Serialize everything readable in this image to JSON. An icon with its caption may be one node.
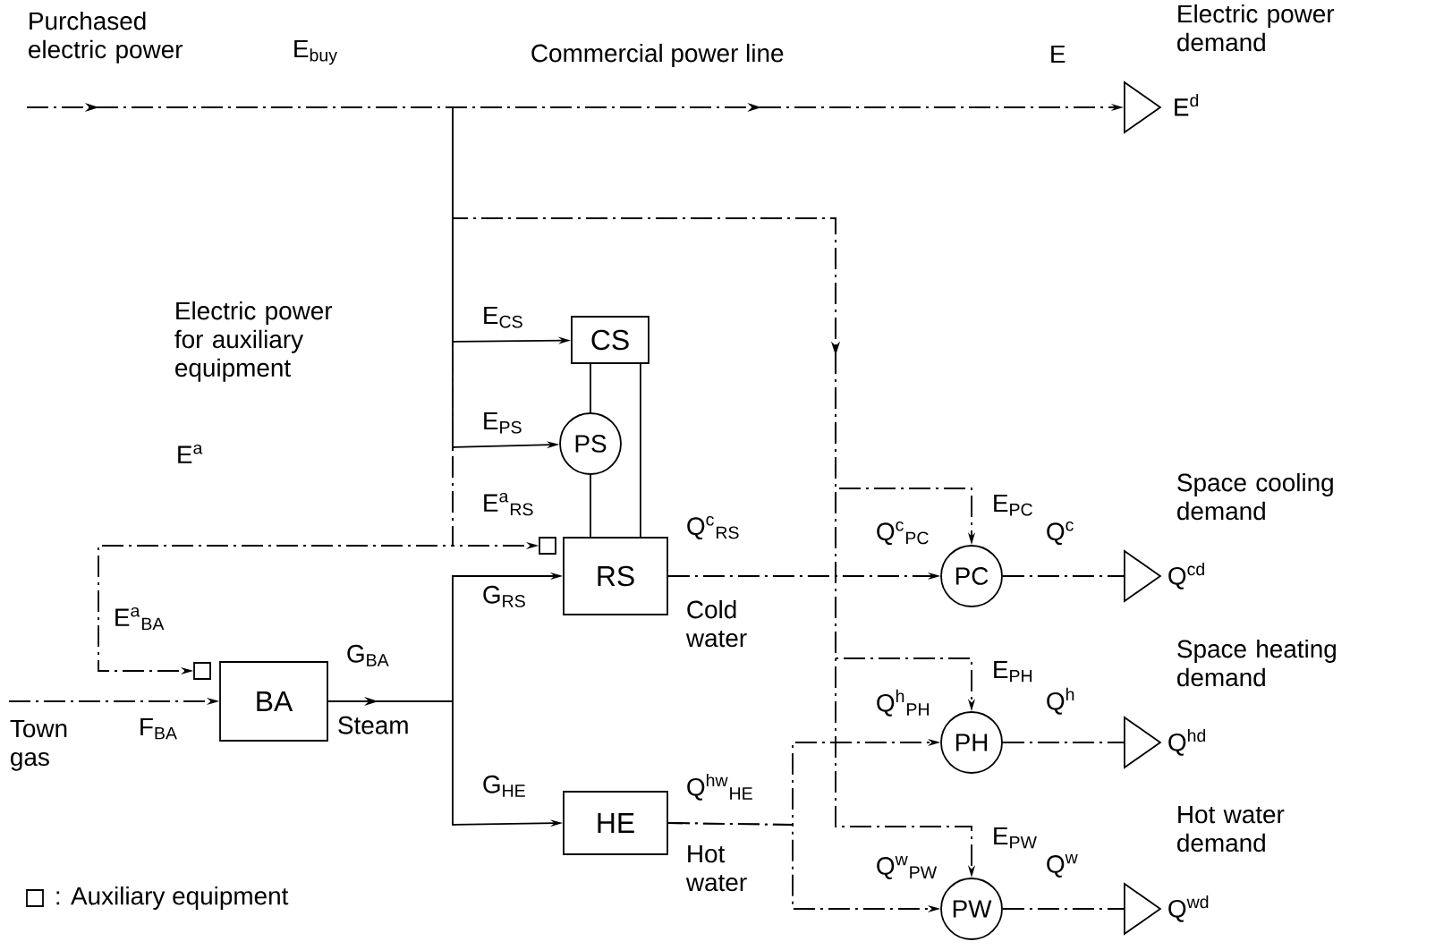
{
  "diagram": {
    "nodes": [
      {
        "text": [
          "CS"
        ]
      },
      {
        "text": [
          "PS"
        ]
      },
      {
        "text": [
          "RS"
        ]
      },
      {
        "text": [
          "BA"
        ]
      },
      {
        "text": [
          "HE"
        ]
      },
      {
        "text": [
          "PC"
        ]
      },
      {
        "text": [
          "PH"
        ]
      },
      {
        "text": [
          "PW"
        ]
      },
      {
        "text": [],
        "shape": "box"
      },
      {
        "text": [],
        "shape": "box"
      },
      {
        "text": [],
        "shape": "triangle",
        "beside": [
          "Electric power demand",
          "E$^{d}$"
        ]
      },
      {
        "text": [],
        "shape": "triangle",
        "beside": [
          "Space cooling demand",
          "Q$^{cd}$"
        ]
      },
      {
        "text": [],
        "shape": "triangle",
        "beside": [
          "Space heating demand",
          "Q$^{hd}$"
        ]
      },
      {
        "text": [],
        "shape": "triangle",
        "beside": [
          "Hot water demand",
          "Q$^{wd}$"
        ]
      }
    ],
    "edges": [
      {
        "from": null,
        "to": 10,
        "arrow": "to",
        "label": "E",
        "style": "dashed"
      },
      {
        "from": null,
        "to": 0,
        "arrow": "to",
        "label": "E$_{CS}$"
      },
      {
        "from": null,
        "to": 1,
        "arrow": "to",
        "label": "E$_{PS}$"
      },
      {
        "from": null,
        "to": 8,
        "arrow": "to",
        "label": "E$^{a}$$_{RS}$",
        "style": "dashed"
      },
      {
        "from": null,
        "to": 9,
        "arrow": "to",
        "label": "E$^{a}$$_{BA}$",
        "style": "dashed"
      },
      {
        "from": null,
        "to": 5,
        "arrow": "to",
        "label": "E$_{PC}$",
        "style": "dashed"
      },
      {
        "from": null,
        "to": 6,
        "arrow": "to",
        "label": "E$_{PH}$",
        "style": "dashed"
      },
      {
        "from": null,
        "to": 7,
        "arrow": "to",
        "label": "E$_{PW}$",
        "style": "dashed"
      },
      {
        "from": null,
        "to": 3,
        "arrow": "to",
        "label": "F$_{BA}$",
        "style": "dashed"
      },
      {
        "from": 3,
        "to": 2,
        "arrow": "to",
        "label": "G$_{RS}$"
      },
      {
        "from": 3,
        "to": 4,
        "arrow": "to",
        "label": "G$_{HE}$"
      },
      {
        "from": 2,
        "to": 5,
        "arrow": "to",
        "label": "Q$^{c}$$_{PC}$",
        "style": "dashed"
      },
      {
        "from": 4,
        "to": 6,
        "arrow": "to",
        "label": "Q$^{h}$$_{PH}$",
        "style": "dashed"
      },
      {
        "from": 4,
        "to": 7,
        "arrow": "to",
        "label": "Q$^{w}$$_{PW}$",
        "style": "dashed"
      },
      {
        "from": 5,
        "to": 11,
        "arrow": "none",
        "label": "Q$^{c}$",
        "style": "dashed"
      },
      {
        "from": 6,
        "to": 12,
        "arrow": "none",
        "label": "Q$^{h}$",
        "style": "dashed"
      },
      {
        "from": 7,
        "to": 13,
        "arrow": "none",
        "label": "Q$^{w}$",
        "style": "dashed"
      },
      {
        "from": 0,
        "to": 1,
        "arrow": "none"
      },
      {
        "from": 0,
        "to": 2,
        "arrow": "none"
      },
      {
        "from": 1,
        "to": 2,
        "arrow": "none"
      }
    ],
    "labels": [
      "Purchased electric power",
      "E$_{buy}$",
      "Commercial power line",
      "Electric power for auxiliary equipment",
      "E$^{a}$",
      "Q$^{c}$$_{RS}$",
      "Cold water",
      "G$_{BA}$",
      "Steam",
      "Town gas",
      "Q$^{hw}$$_{HE}$",
      "Hot water"
    ],
    "legend": [
      {
        "text": ": Auxiliary equipment"
      }
    ]
  }
}
